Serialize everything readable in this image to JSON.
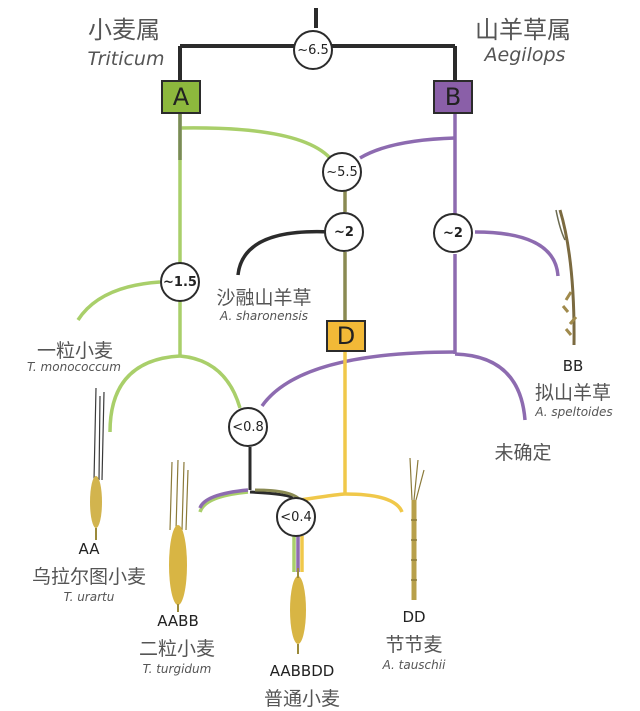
{
  "genus_left": {
    "cn": "小麦属",
    "latin": "Triticum"
  },
  "genus_right": {
    "cn": "山羊草属",
    "latin": "Aegilops"
  },
  "genome_boxes": {
    "a": "A",
    "b": "B",
    "d": "D"
  },
  "nodes": {
    "root": "~6.5",
    "ab": "~5.5",
    "d_split": "~2",
    "b_split": "~2",
    "mono_split": "~1.5",
    "tetraploid": "<0.8",
    "hexaploid": "<0.4"
  },
  "taxa": {
    "sharonensis": {
      "cn": "沙融山羊草",
      "latin": "A. sharonensis"
    },
    "monococcum": {
      "cn": "一粒小麦",
      "latin": "T. monococcum"
    },
    "speltoides": {
      "genome": "BB",
      "cn": "拟山羊草",
      "latin": "A. speltoides"
    },
    "undetermined": {
      "cn": "未确定"
    },
    "urartu": {
      "genome": "AA",
      "cn": "乌拉尔图小麦",
      "latin": "T. urartu"
    },
    "turgidum": {
      "genome": "AABB",
      "cn": "二粒小麦",
      "latin": "T. turgidum"
    },
    "aestivum": {
      "genome": "AABBDD",
      "cn": "普通小麦"
    },
    "tauschii": {
      "genome": "DD",
      "cn": "节节麦",
      "latin": "A. tauschii"
    }
  },
  "colors": {
    "a_lineage": "#a9cf6a",
    "b_lineage": "#8d6bb0",
    "d_lineage": "#f0c84a",
    "dark": "#2b2b2b",
    "box_a": "#8db83d",
    "box_b": "#8a5fa8",
    "box_d": "#f2b937"
  }
}
